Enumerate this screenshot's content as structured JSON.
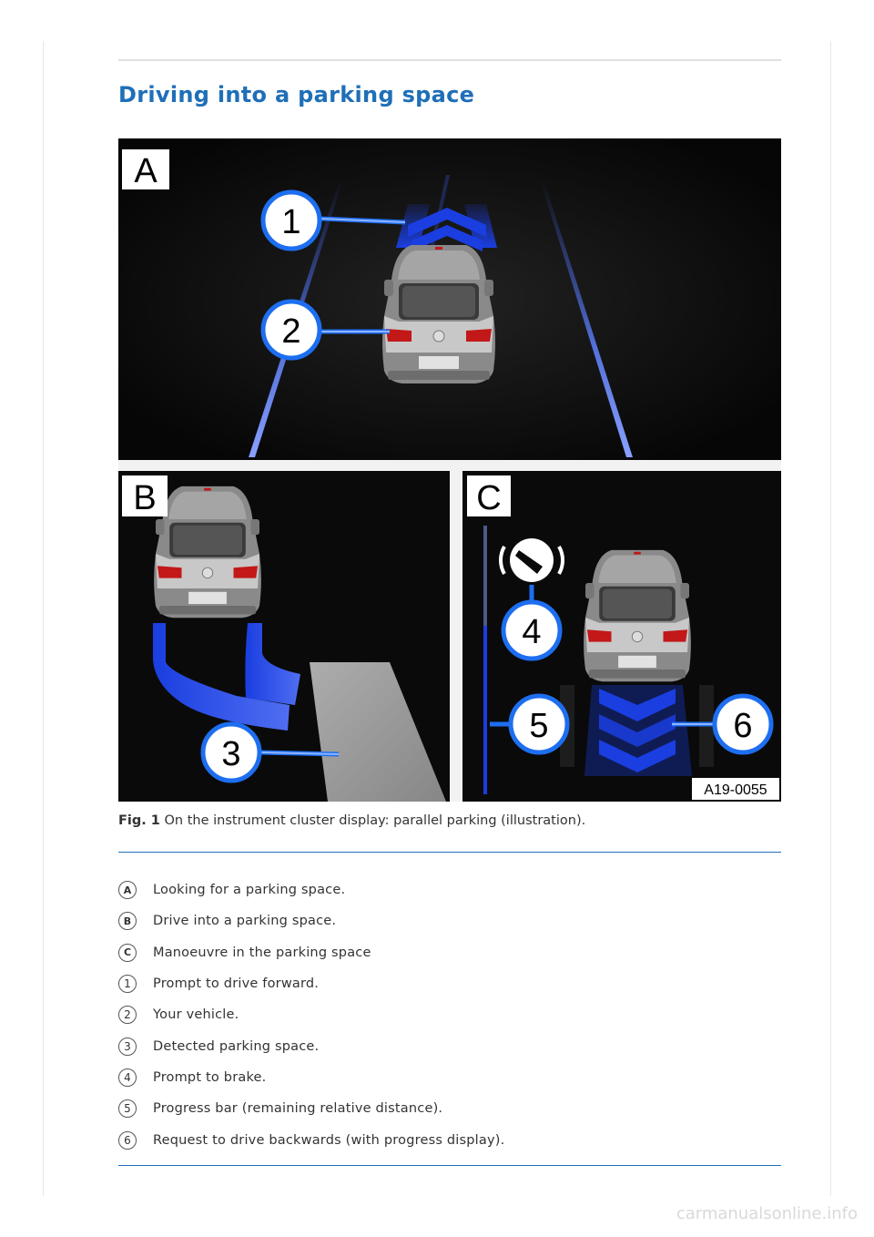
{
  "page": {
    "title": "Driving into a parking space",
    "watermark": "carmanualsonline.info"
  },
  "figure": {
    "panel_labels": [
      "A",
      "B",
      "C"
    ],
    "callouts": [
      "1",
      "2",
      "3",
      "4",
      "5",
      "6"
    ],
    "code": "A19-0055",
    "caption_label": "Fig. 1",
    "caption_text": " On the instrument cluster display: parallel parking (illustration)."
  },
  "legend": [
    {
      "key": "A",
      "text": "Looking for a parking space."
    },
    {
      "key": "B",
      "text": "Drive into a parking space."
    },
    {
      "key": "C",
      "text": "Manoeuvre in the parking space"
    },
    {
      "key": "1",
      "text": "Prompt to drive forward."
    },
    {
      "key": "2",
      "text": "Your vehicle."
    },
    {
      "key": "3",
      "text": "Detected parking space."
    },
    {
      "key": "4",
      "text": "Prompt to brake."
    },
    {
      "key": "5",
      "text": "Progress bar (remaining relative distance)."
    },
    {
      "key": "6",
      "text": "Request to drive backwards (with progress display)."
    }
  ],
  "colors": {
    "heading": "#1f6fb8",
    "display_bg": "#0b0b0b",
    "highlight_blue": "#1a3ee0",
    "callout_blue": "#1d6ef0"
  }
}
